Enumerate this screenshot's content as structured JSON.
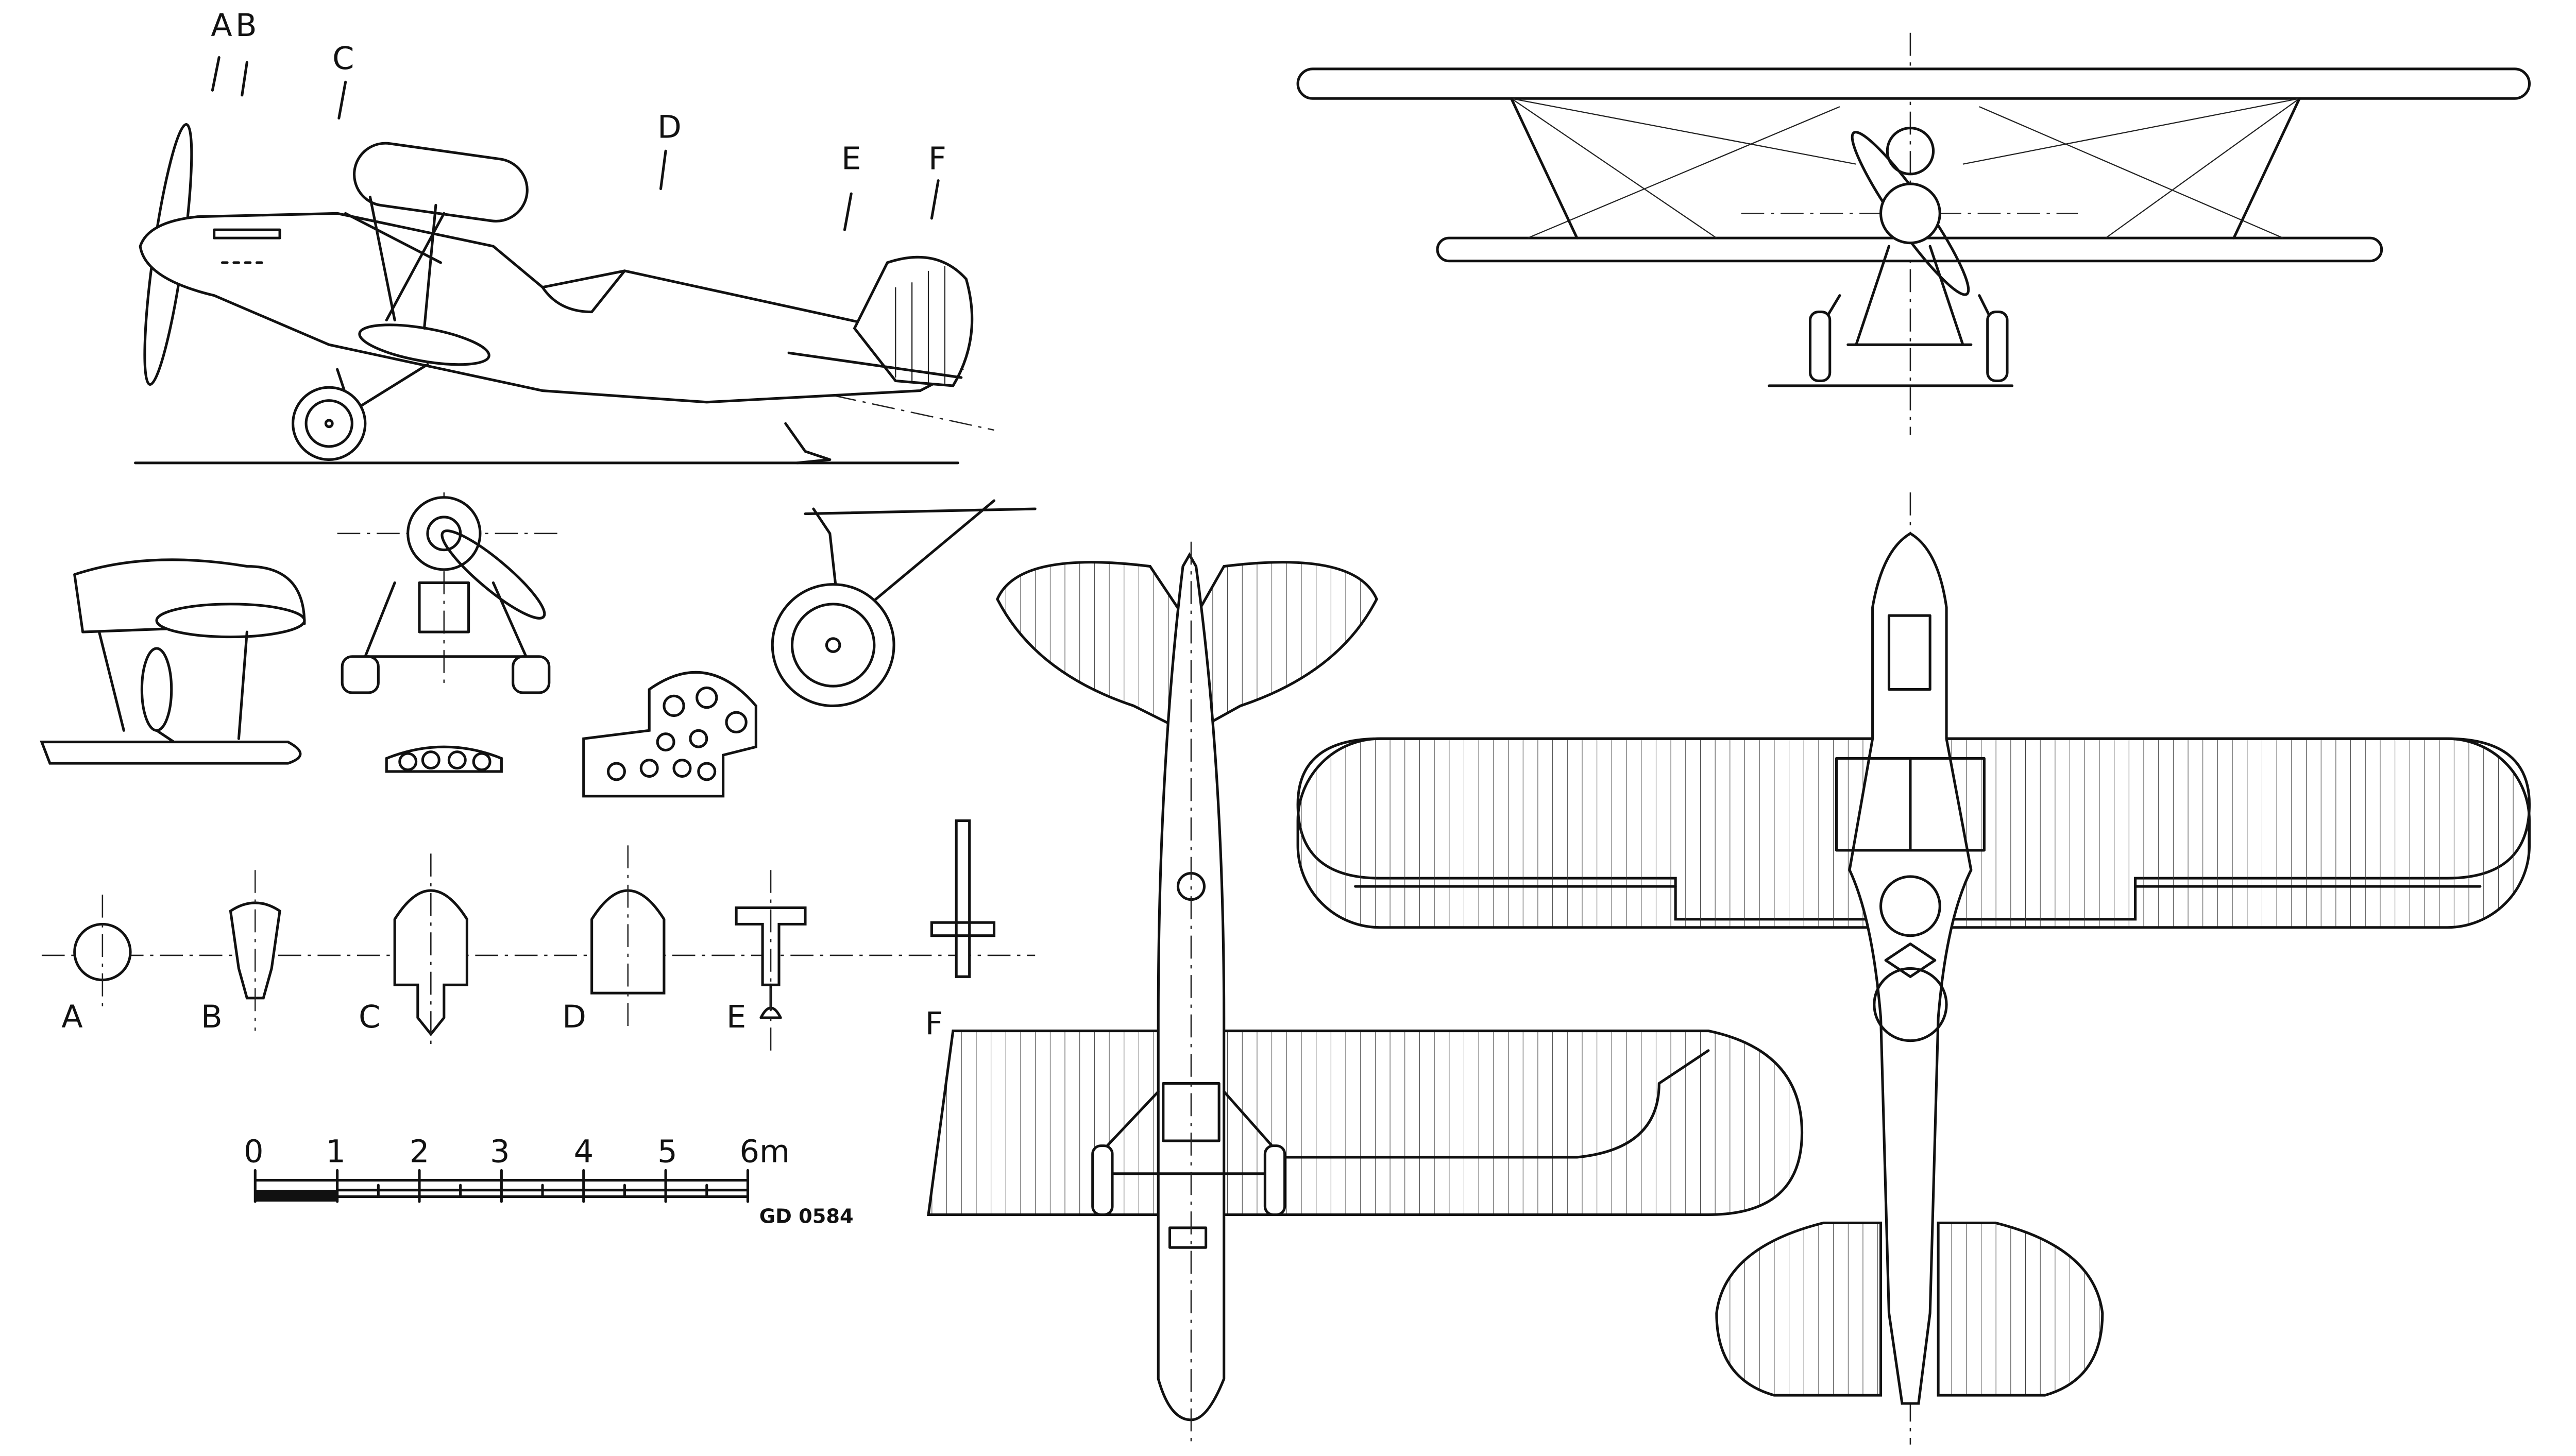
{
  "callouts": {
    "a": "A",
    "b": "B",
    "c": "C",
    "d": "D",
    "e": "E",
    "f": "F"
  },
  "sections": {
    "a": "A",
    "b": "B",
    "c": "C",
    "d": "D",
    "e": "E",
    "f": "F"
  },
  "scale_bar": {
    "ticks": [
      "0",
      "1",
      "2",
      "3",
      "4",
      "5",
      "6m"
    ],
    "unit": "m"
  },
  "signature": "GD 0584"
}
